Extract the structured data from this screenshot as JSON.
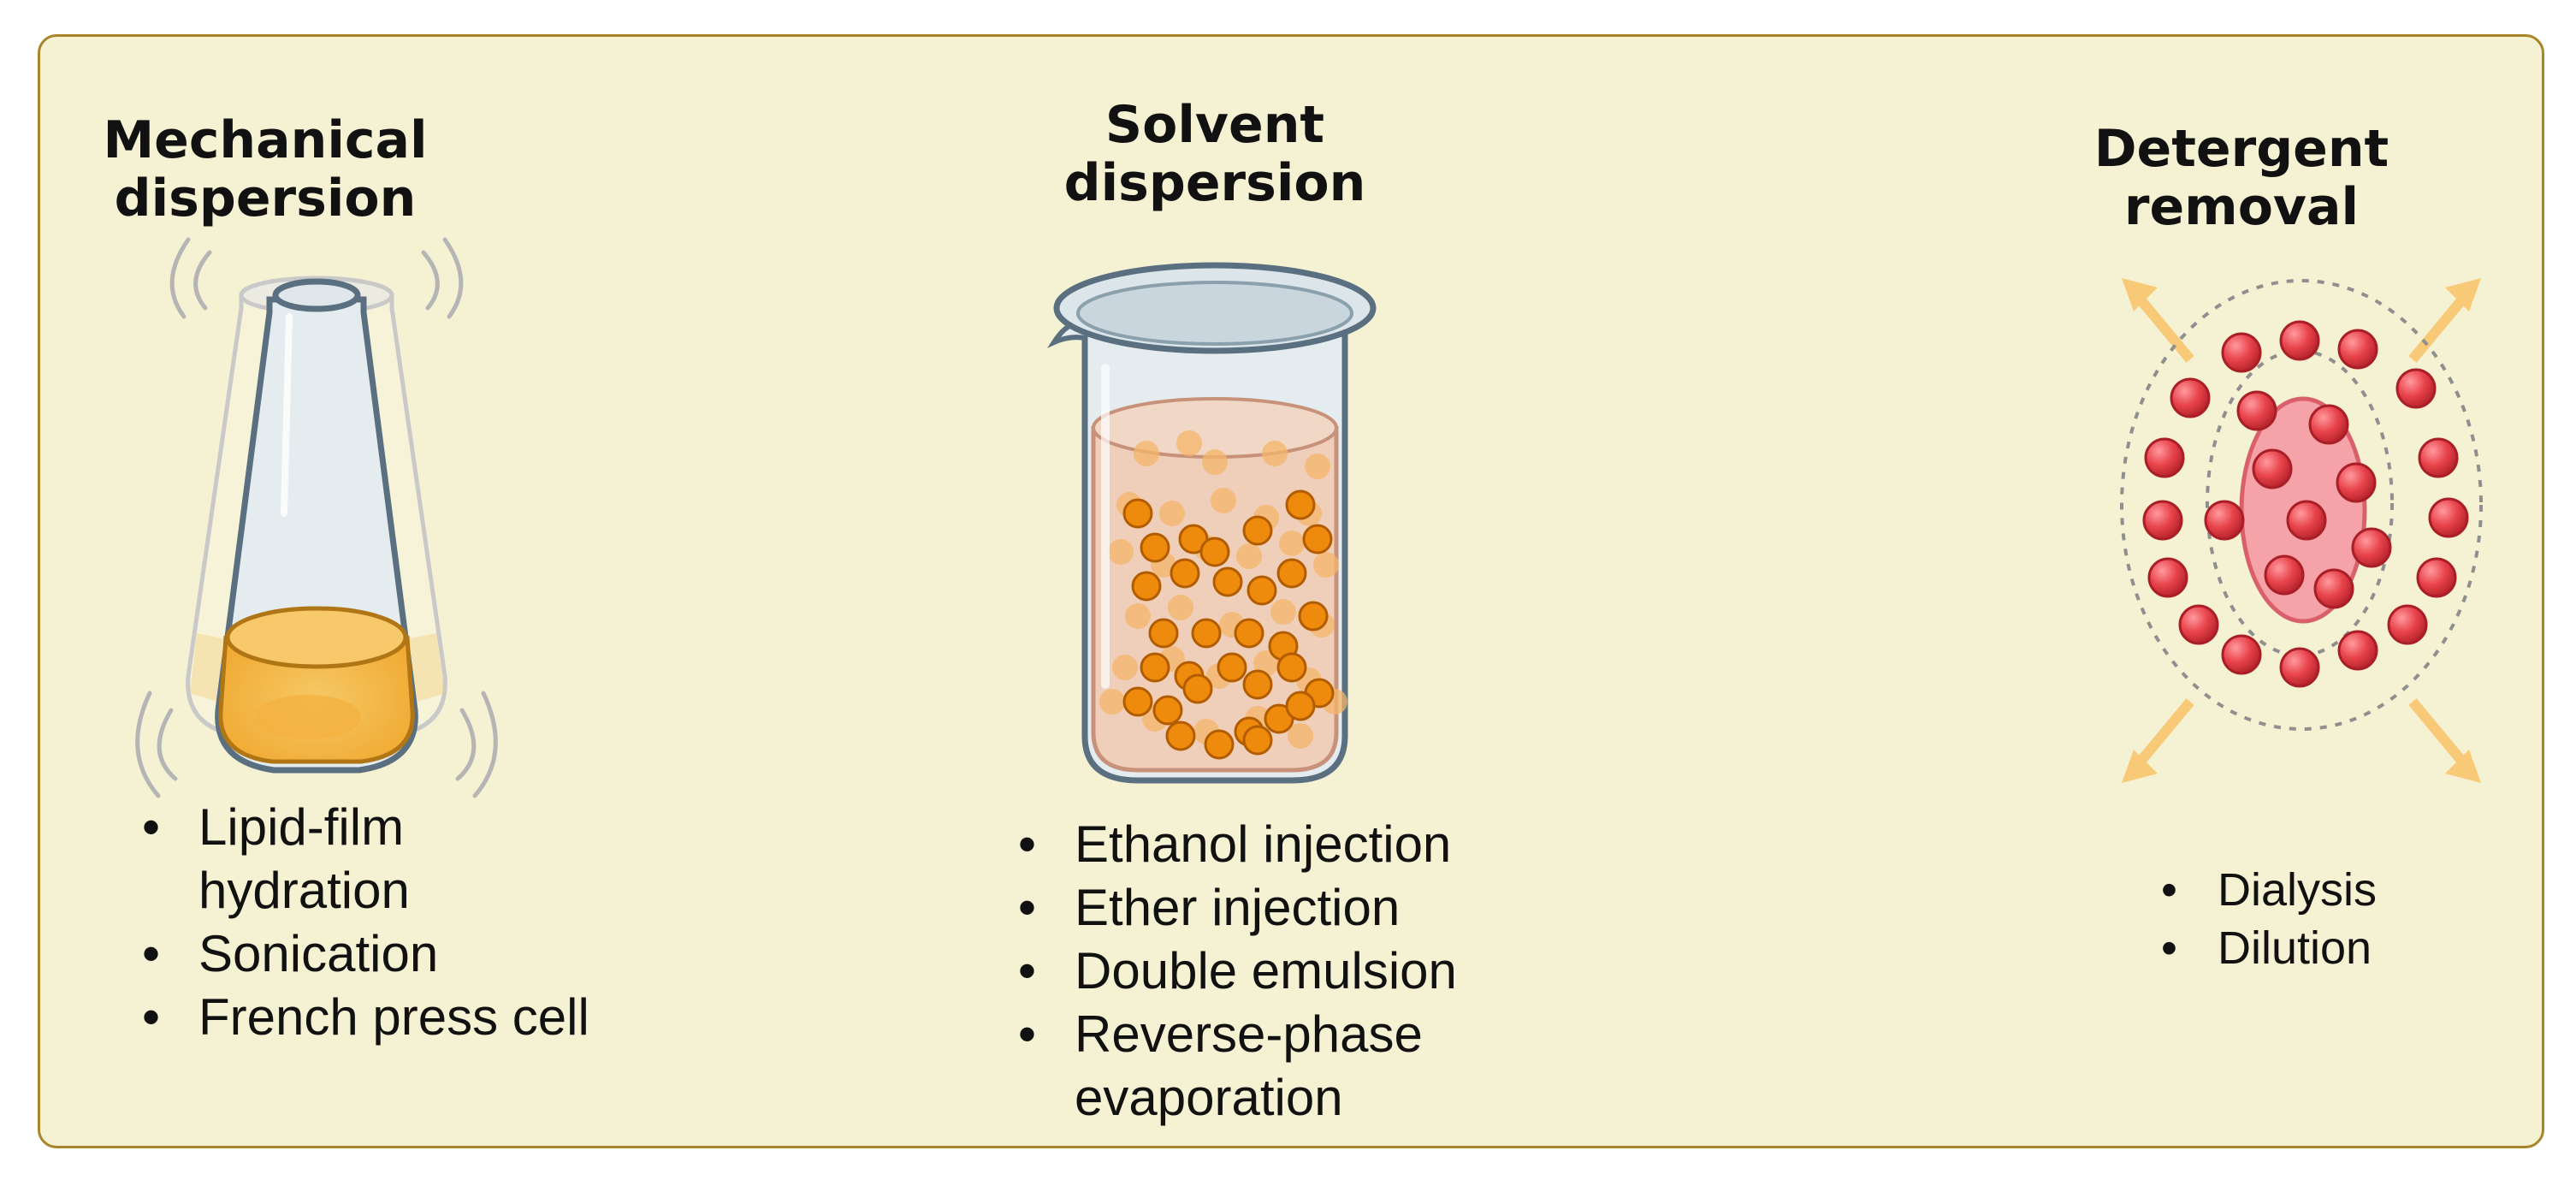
{
  "colors": {
    "panel_fill": "#f5f2d3",
    "panel_border": "#a8852a",
    "liquid_amber": "#f2b84b",
    "particle_orange": "#ee8a0c",
    "detergent_red": "#e8434b",
    "arrow_yellow": "#f8c977"
  },
  "sections": [
    {
      "title": "Mechanical\ndispersion",
      "icon": "sonicated-flask-icon",
      "methods": [
        "Lipid-film\nhydration",
        "Sonication",
        "French press cell"
      ]
    },
    {
      "title": "Solvent\ndispersion",
      "icon": "beaker-with-particles-icon",
      "methods": [
        "Ethanol injection",
        "Ether injection",
        "Double emulsion",
        "Reverse-phase\nevaporation"
      ]
    },
    {
      "title": "Detergent\nremoval",
      "icon": "detergent-micelle-icon",
      "methods": [
        "Dialysis",
        "Dilution"
      ]
    }
  ]
}
